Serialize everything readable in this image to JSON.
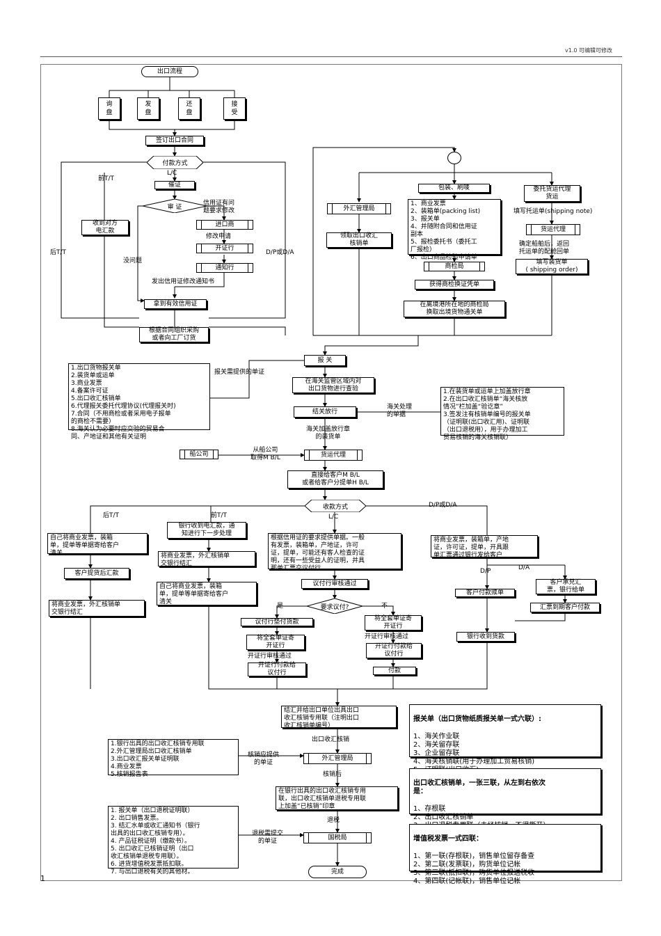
{
  "header": {
    "version": "v1.0  可编辑可修改",
    "page": "1"
  },
  "nodes": {
    "start": "出口流程",
    "inquiry": "询\n盘",
    "offer": "发\n盘",
    "counter": "还\n盘",
    "accept": "接\n受",
    "contract": "签订出口合同",
    "pay_method": "付款方式",
    "lc": "L/C",
    "prep": "催证",
    "review": "审 证",
    "lc_problem": "信用证有问\n题要求修改",
    "importer": "进口商",
    "amend_apply": "修改申请",
    "issuing_bank": "开证行",
    "advising_bank": "通知行",
    "amend_notice": "发出信用证修改通知书",
    "no_problem": "没问题",
    "valid_lc": "拿到有效信用证",
    "pre_tt": "前T/T",
    "receive_remit": "收到对方\n电汇款",
    "post_tt": "后T/T",
    "dp_da": "D/P或D/A",
    "arrange": "根据合同组织采购\n或者向工厂订货",
    "circle_join": "",
    "forex_bureau": "外汇管理局",
    "get_verify": "领取出口收汇\n核销单",
    "pack": "包装、刷唛",
    "docs_list": "1、商业发票\n2、装箱单(packing list)\n3、报关单\n4、并随附合同和信用证\n副本\n5、报检委托书（委托工\n厂报检）\n6、出口商品检验申请单",
    "ciq": "商检局",
    "ciq_cert": "获得商检换证凭单",
    "port_ciq": "在离境港所在地的商检局\n换取出境货物通关单",
    "forwarder_entrust": "委托货运代理\n货运",
    "shipping_note": "填写托运单(shipping note)",
    "forwarder": "货运代理",
    "booking_confirm": "确定船舶后，返回\n托运单的配舱回单",
    "shipping_order": "填写装货单\n( shipping order)",
    "declare": "报 关",
    "declare_docs_label": "报关需提供的单证",
    "declare_docs": "1.出口货物报关单\n2.装货单或运单\n3.商业发票\n4.备案许可证\n5.出口收汇核销单\n6.代理报关委托代理协议(代理报关时)\n7.合同（不用商检或者采用电子报单\n的商检不需要）\n8.海关认为必要时应交验的贸易合\n同、产地证和其他有关证明",
    "inspect": "在海关监管区域内对\n出口货物进行查验",
    "release": "结关放行",
    "customs_docs_label": "海关处理\n的单据",
    "customs_docs": "1.在装货单或运单上加盖放行章\n2.在出口收汇核销单“海关核放\n情况”栏加盖“验讫章”\n3.签发注有核销单编号的报关单\n（证明联(出口收汇用)、证明联\n（出口退税用），用于办理加工\n贸易核销的海关核销联）",
    "stamp_docs": "海关加盖放行章\n的装货单",
    "shipping_co": "船公司",
    "get_mbl": "从船公司\n取得M B/L",
    "forwarder2": "货运代理",
    "bl_give": "直接给客户M B/L\n或者给客户分提单H B/L",
    "collect_method": "收款方式",
    "lc2": "L/C",
    "dpda2": "D/P或D/A",
    "post_tt2": "后T/T",
    "pre_tt2": "前T/T",
    "post_tt_docs": "自己将商业发票，装箱\n单，提单等单据寄给客户\n清关",
    "customer_pay": "客户提货后汇款",
    "settle_post": "将商业发票，外汇核销单\n交银行结汇",
    "bank_notify": "银行收到电汇款，通\n知进行下一步处理",
    "settle_pre": "将商业发票，外汇核销单\n交银行结汇",
    "pre_tt_docs": "自己将商业发票，装箱\n单，提单等单据寄给客户\n清关",
    "lc_docs": "根据信用证的要求提供单据。一般\n有发票，装箱单，产地证，许可\n证，提单，可能还有客人检查的证\n明，还有一些受益人的证明，并具\n那单汇票交议付行",
    "nego_pass": "议付行审核通过",
    "negotiate": "要求议付?",
    "yes": "是",
    "no": "不",
    "nego_advance": "议付行垫付货款",
    "send_issuing": "将全套单证寄\n开证行",
    "issuing_pass": "开证行审核通过",
    "issuing_pay": "开证行付款给\n议付行",
    "send_issuing2": "将全套单证寄\n开证行",
    "issuing_pass2": "开证行审核通过",
    "issuing_pay2": "开证行付款给\n议付行",
    "pay": "付款",
    "collection_docs": "将商业发票，装箱单，产地\n证，许可证，提单，开具跟\n单汇票通过银行发给客户",
    "dp": "D/P",
    "da": "D/A",
    "customer_pay_redeem": "客户付款赎单",
    "customer_accept": "客户承兑汇\n票，银行给单",
    "due_pay": "汇票到期客户付款",
    "bank_receive": "银行收到货款",
    "settle_bank": "结汇并给出口单位出具出口\n收汇核销专用联（注明出口\n收汇核销单编号）",
    "verify_label": "出口收汇核销",
    "verify_docs_label": "核销应提供\n的单证",
    "verify_docs": "1.银行出具的出口收汇核销专用联\n2.外汇管理局出口收汇核销单\n3.出口收汇报关单证明联\n4.商业发票\n5.核销报告表",
    "forex_bureau2": "外汇管理局",
    "after_verify": "核销后",
    "stamp_verify": "在银行出具的出口收汇核销专用\n联，出口收汇核销单退税专用联\n上加盖“已核销”印章",
    "tax_rebate": "退税",
    "rebate_docs_label": "退税需提交\n的单证",
    "rebate_docs": "1. 报关单（出口退税证明联）\n2. 出口销售发票。\n3. 结汇水单或收汇通知书（银行\n出具的出口收汇核销专用）。\n4. 产品征税证明（缴款书）。\n5. 出口收汇已核销证明（出口\n收汇核销单退税专用联）。\n6. 进货增值税发票抵扣联。\n7. 与出口退税有关的其他材。",
    "tax_bureau": "国税局",
    "end": "完成"
  },
  "info": {
    "customs_form_title": "报关单（出口货物纸质报关单一式六联）:",
    "customs_form_items": "1、海关作业联\n2、海关留存联\n3、企业留存联\n4、海关核销联(用于办理加工贸易核销)\n5、证明联(出口收汇)\n6、证明联(出口退税用)。",
    "verify_form_title": "出口收汇核销单，一张三联，从左到右依次\n是：",
    "verify_form_items": "1、存根联\n2、出口收汇核销单\n3、出口退税专用联（未经核销，不得撕开）",
    "vat_title": "增值税发票一式四联：",
    "vat_items": "1、第一联(存根联)，销售单位留存备查\n2、第二联(发票联)，购货单位记帐\n3、第三联(抵扣联)，购货单位报送税收\n4、第四联(记帐联)，销售单位记帐"
  }
}
